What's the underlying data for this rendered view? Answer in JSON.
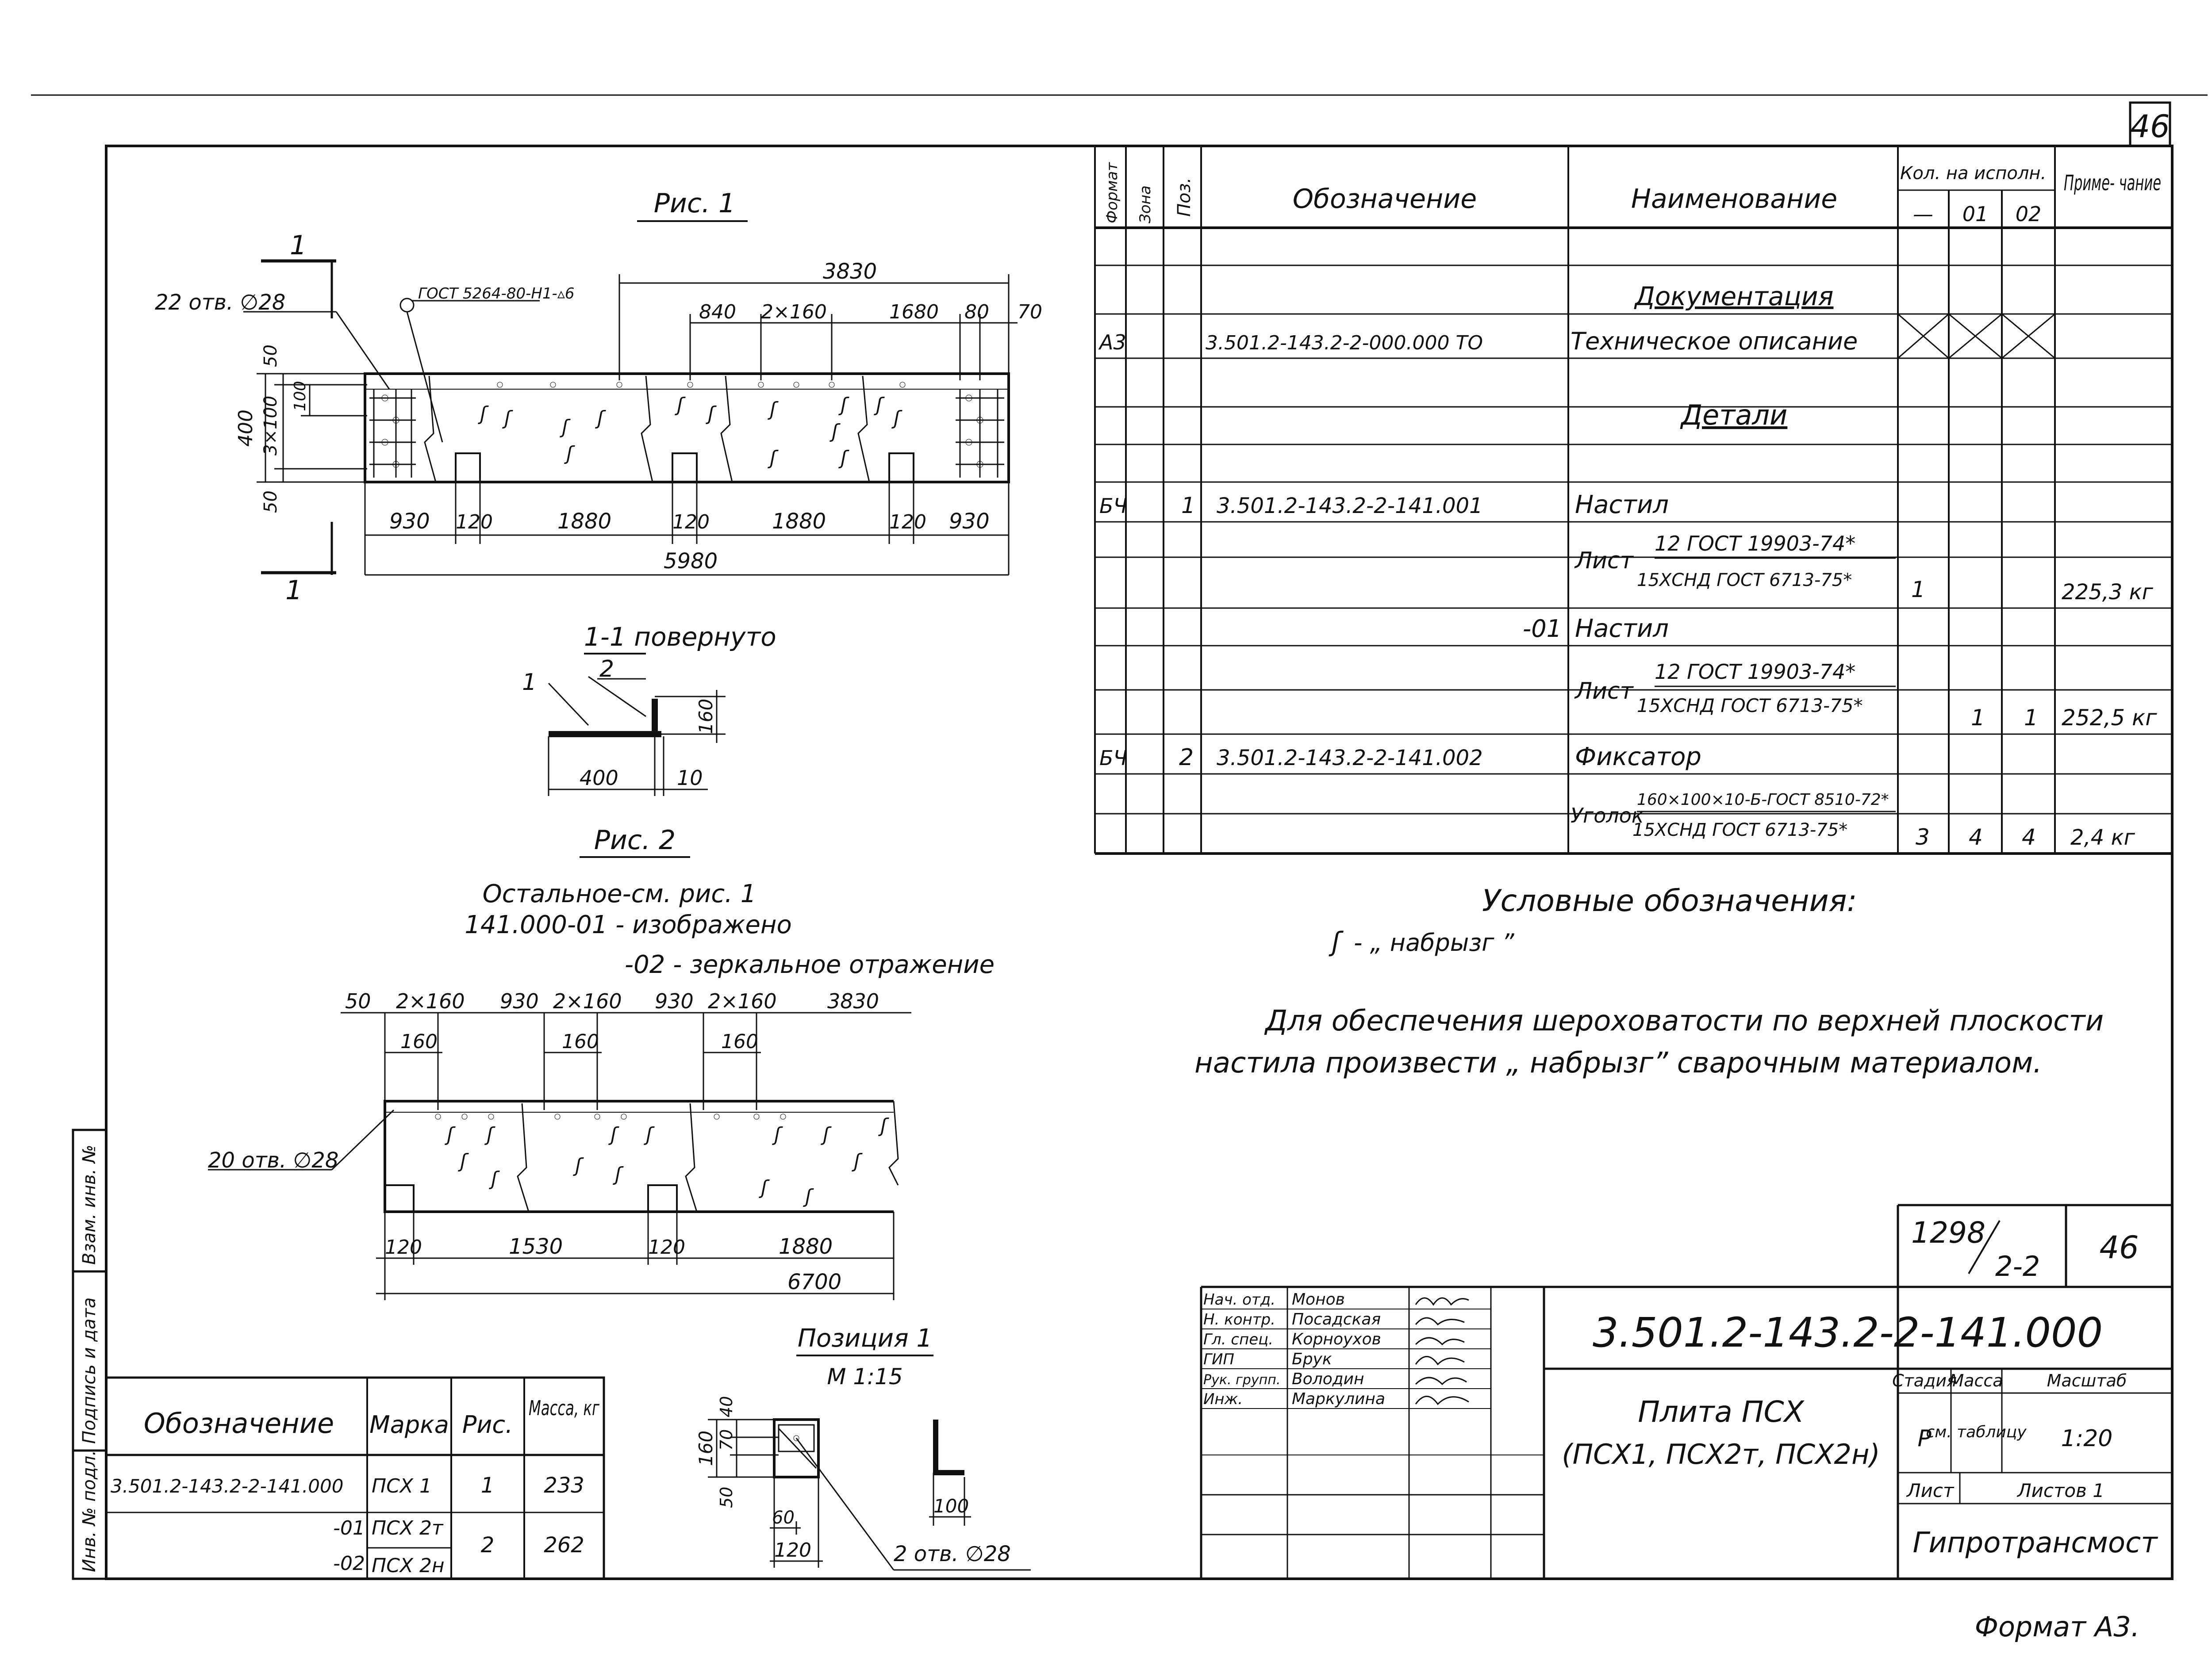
{
  "page": {
    "sheet_number": "46",
    "format_label": "Формат А3.",
    "side_stamp": [
      "Инв. № подл.",
      "Подпись и дата",
      "Взам. инв. №"
    ]
  },
  "fig1": {
    "title": "Рис. 1",
    "section_mark": "1",
    "holes": "22 отв. ∅28",
    "weld_note": "ГОСТ 5264-80-Н1-▵6",
    "dims_top": [
      "3830",
      "840",
      "2×160",
      "1680",
      "80",
      "70"
    ],
    "dims_left": [
      "400",
      "50",
      "3×100",
      "100",
      "50"
    ],
    "dims_bottom": [
      "930",
      "120",
      "1880",
      "120",
      "1880",
      "120",
      "930"
    ],
    "total": "5980"
  },
  "section": {
    "title": "1-1 повернуто",
    "pos1": "1",
    "pos2": "2",
    "width": "400",
    "thick": "10",
    "height": "160"
  },
  "fig2": {
    "title": "Рис. 2",
    "note1": "Остальное-см. рис. 1",
    "note2": "141.000-01 - изображено",
    "note3": "-02 - зеркальное отражение",
    "dims_top": [
      "50",
      "2×160",
      "930",
      "2×160",
      "930",
      "2×160",
      "3830"
    ],
    "dims_160": [
      "160",
      "160",
      "160"
    ],
    "holes": "20 отв. ∅28",
    "dims_bottom": [
      "120",
      "1530",
      "120",
      "1880"
    ],
    "total": "6700"
  },
  "position1": {
    "title": "Позиция 1",
    "scale": "М 1:15",
    "dims_left": [
      "160",
      "40",
      "70",
      "50"
    ],
    "dims_bottom": [
      "60",
      "120"
    ],
    "angle_dim": "100",
    "holes": "2 отв. ∅28"
  },
  "spec": {
    "headers": {
      "format": "Формат",
      "zone": "Зона",
      "pos": "Поз.",
      "designation": "Обозначение",
      "name": "Наименование",
      "qty": "Кол. на исполн.",
      "qty_cols": [
        "—",
        "01",
        "02"
      ],
      "note": "Приме- чание"
    },
    "section_docs": "Документация",
    "doc_row": {
      "format": "А3",
      "designation": "3.501.2-143.2-2-000.000 ТО",
      "name": "Техническое описание"
    },
    "section_parts": "Детали",
    "rows": [
      {
        "format": "БЧ",
        "pos": "1",
        "designation": "3.501.2-143.2-2-141.001",
        "name": "Настил"
      },
      {
        "name_prefix": "Лист",
        "name_top": "12 ГОСТ 19903-74*",
        "name_bottom": "15ХСНД ГОСТ 6713-75*",
        "q0": "1",
        "q1": "",
        "q2": "",
        "note": "225,3 кг"
      },
      {
        "designation": "-01",
        "name": "Настил"
      },
      {
        "name_prefix": "Лист",
        "name_top": "12 ГОСТ 19903-74*",
        "name_bottom": "15ХСНД ГОСТ 6713-75*",
        "q0": "",
        "q1": "1",
        "q2": "1",
        "note": "252,5 кг"
      },
      {
        "format": "БЧ",
        "pos": "2",
        "designation": "3.501.2-143.2-2-141.002",
        "name": "Фиксатор"
      },
      {
        "name_prefix": "Уголок",
        "name_top": "160×100×10-Б-ГОСТ 8510-72*",
        "name_bottom": "15ХСНД ГОСТ 6713-75*",
        "q0": "3",
        "q1": "4",
        "q2": "4",
        "note": "2,4 кг"
      }
    ]
  },
  "legend": {
    "title": "Условные обозначения:",
    "symbol": "ʃ",
    "symbol_text": "- „ набрызг ”",
    "note_line1": "Для обеспечения шероховатости по верхней плоскости",
    "note_line2": "настила произвести „ набрызг” сварочным материалом."
  },
  "marks_table": {
    "headers": [
      "Обозначение",
      "Марка",
      "Рис.",
      "Масса, кг"
    ],
    "rows": [
      {
        "designation": "3.501.2-143.2-2-141.000",
        "mark": "ПСХ 1",
        "fig": "1",
        "mass": "233"
      },
      {
        "designation": "-01",
        "mark": "ПСХ 2т",
        "fig": "2",
        "mass": "262"
      },
      {
        "designation": "-02",
        "mark": "ПСХ 2н",
        "fig": "",
        "mass": ""
      }
    ]
  },
  "title_block": {
    "album": "1298",
    "album_part": "2-2",
    "sheet": "46",
    "code": "3.501.2-143.2-2-141.000",
    "name_line1": "Плита ПСХ",
    "name_line2": "(ПСХ1, ПСХ2т, ПСХ2н)",
    "stage_label": "Стадия",
    "mass_label": "Масса",
    "scale_label": "Масштаб",
    "stage": "Р",
    "mass_value": "см. таблицу",
    "scale": "1:20",
    "sheet_label": "Лист",
    "sheets_label": "Листов 1",
    "org": "Гипротрансмост",
    "staff": [
      {
        "role": "Нач. отд.",
        "name": "Монов"
      },
      {
        "role": "Н. контр.",
        "name": "Посадская"
      },
      {
        "role": "Гл. спец.",
        "name": "Корноухов"
      },
      {
        "role": "ГИП",
        "name": "Брук"
      },
      {
        "role": "Рук. групп.",
        "name": "Володин"
      },
      {
        "role": "Инж.",
        "name": "Маркулина"
      }
    ]
  }
}
